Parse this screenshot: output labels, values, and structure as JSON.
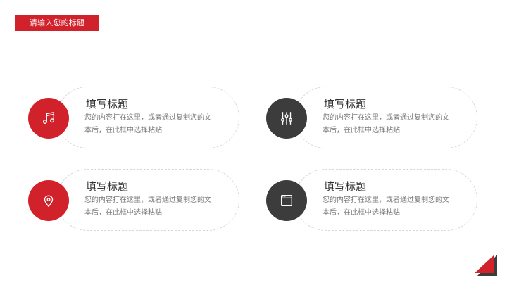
{
  "header": {
    "title": "请输入您的标题",
    "accent_color": "#d1222b"
  },
  "cards": [
    {
      "title": "填写标题",
      "desc": "您的内容打在这里，或者通过复制您的文本后，在此框中选择粘贴",
      "icon": "music-note-icon",
      "circle_color": "#d1222b"
    },
    {
      "title": "填写标题",
      "desc": "您的内容打在这里，或者通过复制您的文本后，在此框中选择粘贴",
      "icon": "sliders-icon",
      "circle_color": "#3c3c3c"
    },
    {
      "title": "填写标题",
      "desc": "您的内容打在这里，或者通过复制您的文本后，在此框中选择粘贴",
      "icon": "location-pin-icon",
      "circle_color": "#d1222b"
    },
    {
      "title": "填写标题",
      "desc": "您的内容打在这里，或者通过复制您的文本后，在此框中选择粘贴",
      "icon": "browser-window-icon",
      "circle_color": "#3c3c3c"
    }
  ],
  "colors": {
    "red": "#d1222b",
    "dark": "#3c3c3c",
    "title_text": "#333333",
    "body_text": "#7a7a7a"
  }
}
